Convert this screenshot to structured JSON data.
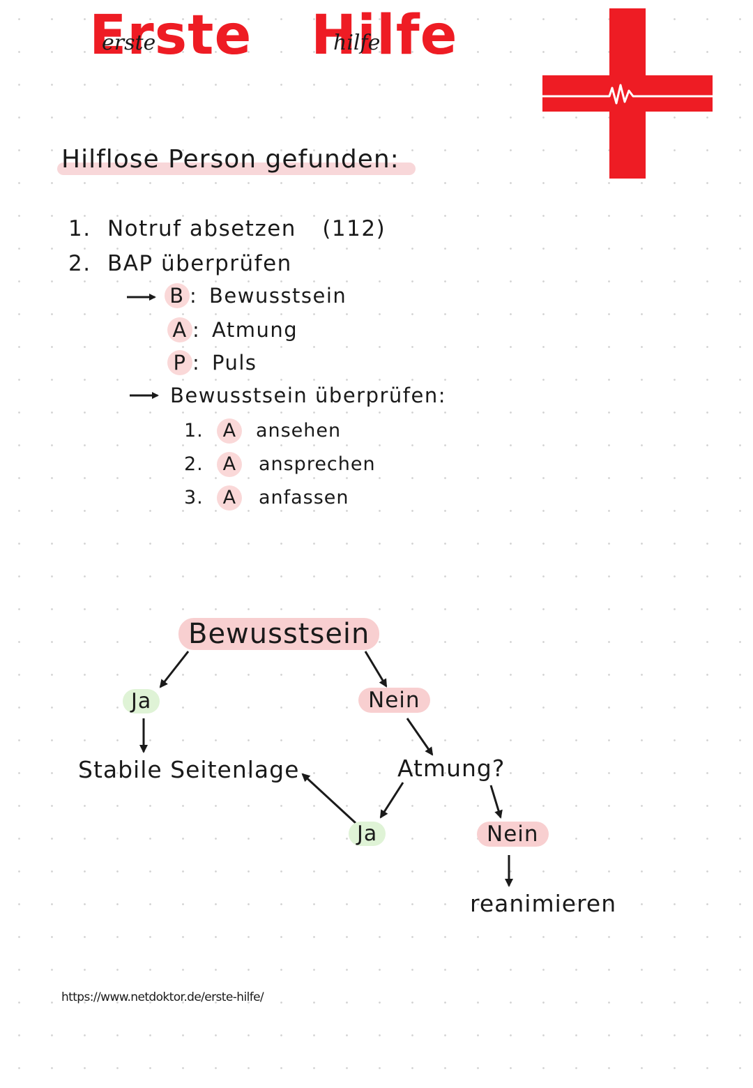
{
  "title": {
    "word1": "Erste",
    "word2": "Hilfe",
    "note1": "erste",
    "note2": "hilfe"
  },
  "colors": {
    "accent": "#ee1c24",
    "highlight_pink": "#f8cfd0",
    "highlight_green": "#dff3d6"
  },
  "logo": {
    "icon": "red-cross-heartbeat-icon"
  },
  "heading": "Hilflose Person gefunden:",
  "steps": [
    {
      "num": "1.",
      "text": "Notruf absetzen",
      "extra": "(112)"
    },
    {
      "num": "2.",
      "text": "BAP überprüfen"
    }
  ],
  "bap": [
    {
      "letter": "B",
      "sep": ":",
      "text": "Bewusstsein"
    },
    {
      "letter": "A",
      "sep": ":",
      "text": "Atmung"
    },
    {
      "letter": "P",
      "sep": ":",
      "text": "Puls"
    }
  ],
  "check": {
    "heading": "Bewusstsein überprüfen:",
    "items": [
      {
        "num": "1.",
        "letter": "A",
        "text": "ansehen"
      },
      {
        "num": "2.",
        "letter": "A",
        "text": "ansprechen"
      },
      {
        "num": "3.",
        "letter": "A",
        "text": "anfassen"
      }
    ]
  },
  "flow": {
    "root": "Bewusstsein",
    "yes1": "Ja",
    "no1": "Nein",
    "stable": "Stabile Seitenlage",
    "question": "Atmung?",
    "yes2": "Ja",
    "no2": "Nein",
    "action": "reanimieren"
  },
  "source": "https://www.netdoktor.de/erste-hilfe/"
}
